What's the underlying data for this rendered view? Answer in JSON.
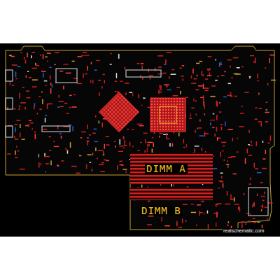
{
  "diagram": {
    "labels": [
      "DIMM A",
      "DIMM B",
      "realschematic.com"
    ]
  }
}
